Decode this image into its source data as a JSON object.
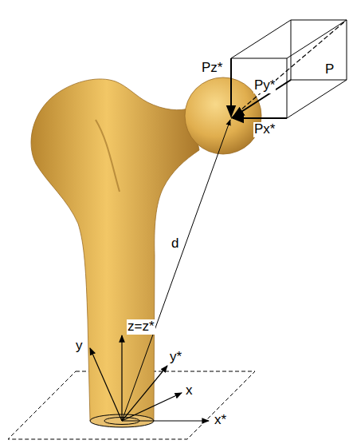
{
  "diagram": {
    "labels": [
      "P",
      "Pz*",
      "Py*",
      "Px*",
      "d",
      "z=z*",
      "y",
      "y*",
      "x",
      "x*"
    ]
  }
}
